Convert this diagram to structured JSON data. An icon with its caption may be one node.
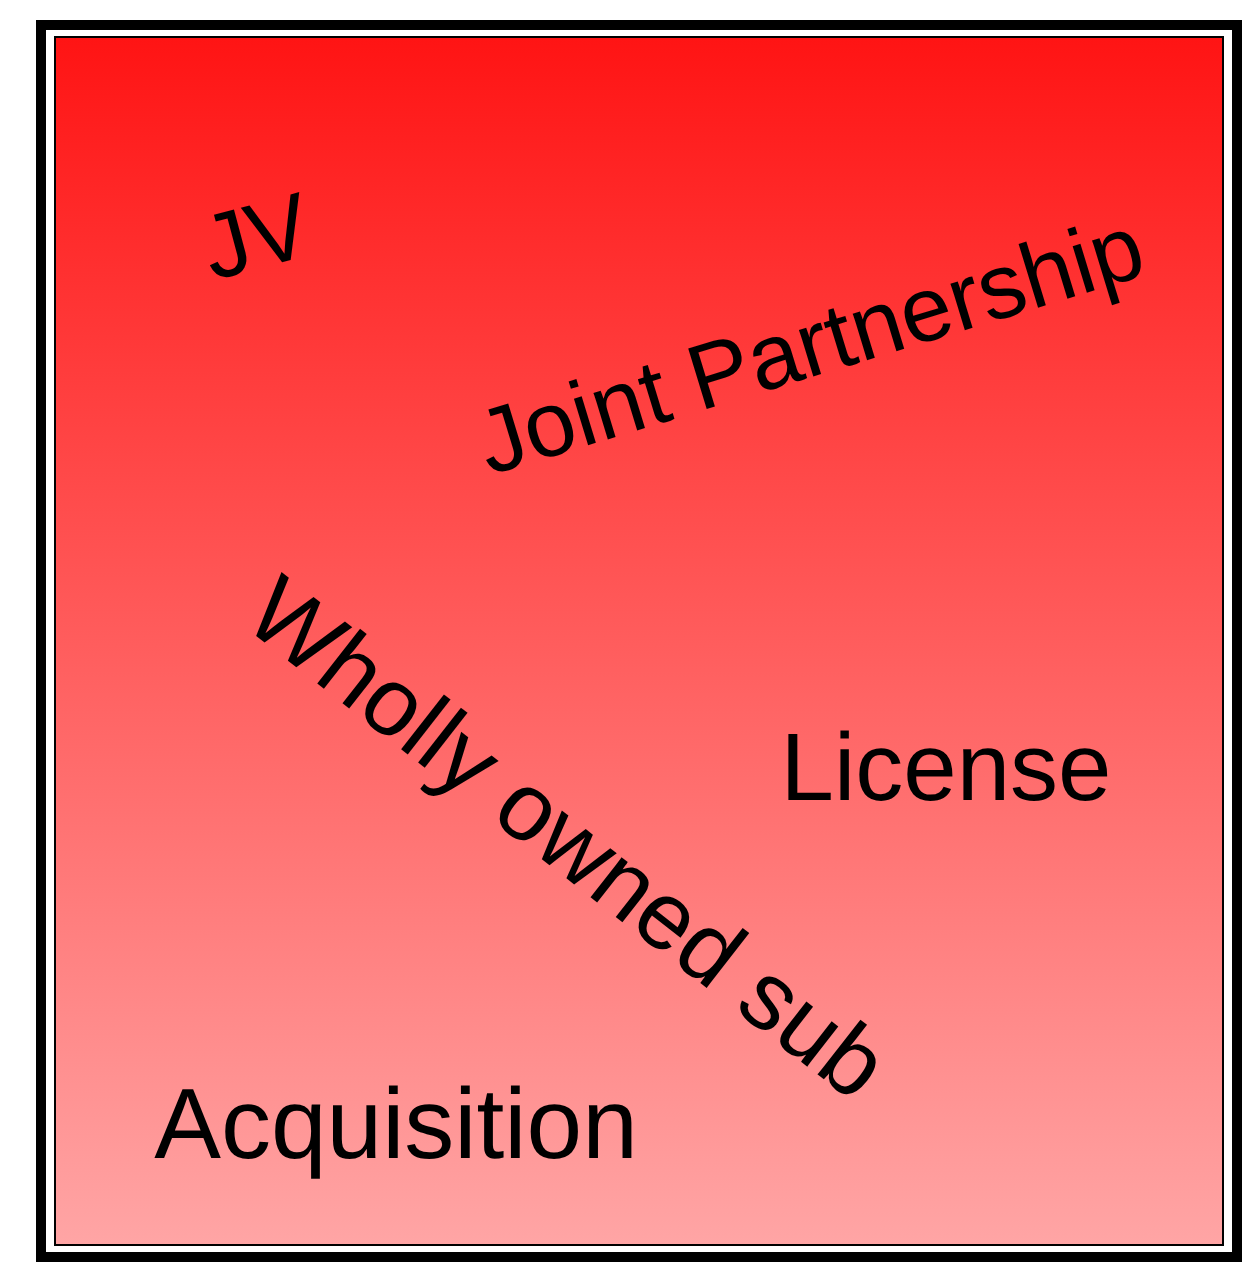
{
  "diagram": {
    "labels": [
      "JV",
      "Joint Partnership",
      "Wholly owned sub",
      "License",
      "Acquisition"
    ]
  }
}
